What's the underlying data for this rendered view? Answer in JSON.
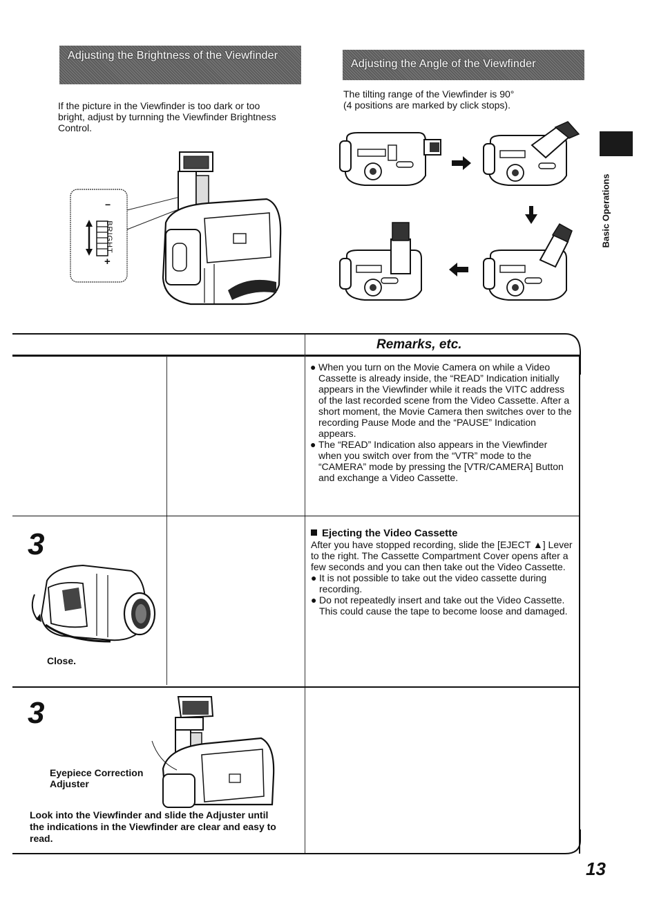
{
  "brightness": {
    "heading": "Adjusting the Brightness of the Viewfinder",
    "text": "If the picture in the Viewfinder is too dark or too bright, adjust by turnning the Viewfinder Brightness Control.",
    "control_label": "BRIGHT",
    "minus": "−",
    "plus": "+"
  },
  "angle": {
    "heading": "Adjusting the Angle of the Viewfinder",
    "text_line1": "The tilting range of the Viewfinder is 90°",
    "text_line2": "(4 positions are marked by click stops)."
  },
  "remarks": {
    "title": "Remarks, etc.",
    "bullets": [
      "When you turn on the Movie Camera on while a Video Cassette is already inside, the “READ” Indication initially appears in the Viewfinder while it reads the VITC address of the last recorded scene from the Video Cassette. After a short moment, the Movie Camera then switches over to the recording Pause Mode and the “PAUSE” Indication appears.",
      "The “READ” Indication also appears in the Viewfinder when you switch over from the “VTR” mode to the “CAMERA” mode by pressing the [VTR/CAMERA] Button and exchange a Video Cassette."
    ]
  },
  "step3a": {
    "number": "3",
    "caption": "Close."
  },
  "eject": {
    "heading": "Ejecting the Video Cassette",
    "text": "After you have stopped recording, slide the [EJECT ▲] Lever to the right. The Cassette Compartment Cover opens after a few seconds and you can then take out the Video Cassette.",
    "bullets": [
      "It is not possible to take out the video cassette during recording.",
      "Do not repeatedly insert and take out the Video Cassette. This could cause the tape to become loose and damaged."
    ]
  },
  "step3b": {
    "number": "3",
    "adjuster_label_line1": "Eyepiece Correction",
    "adjuster_label_line2": "Adjuster",
    "instruction": "Look into the Viewfinder and slide the Adjuster until the indications in the Viewfinder are clear and easy to read."
  },
  "side_tab_label": "Basic Operations",
  "page_number": "13"
}
